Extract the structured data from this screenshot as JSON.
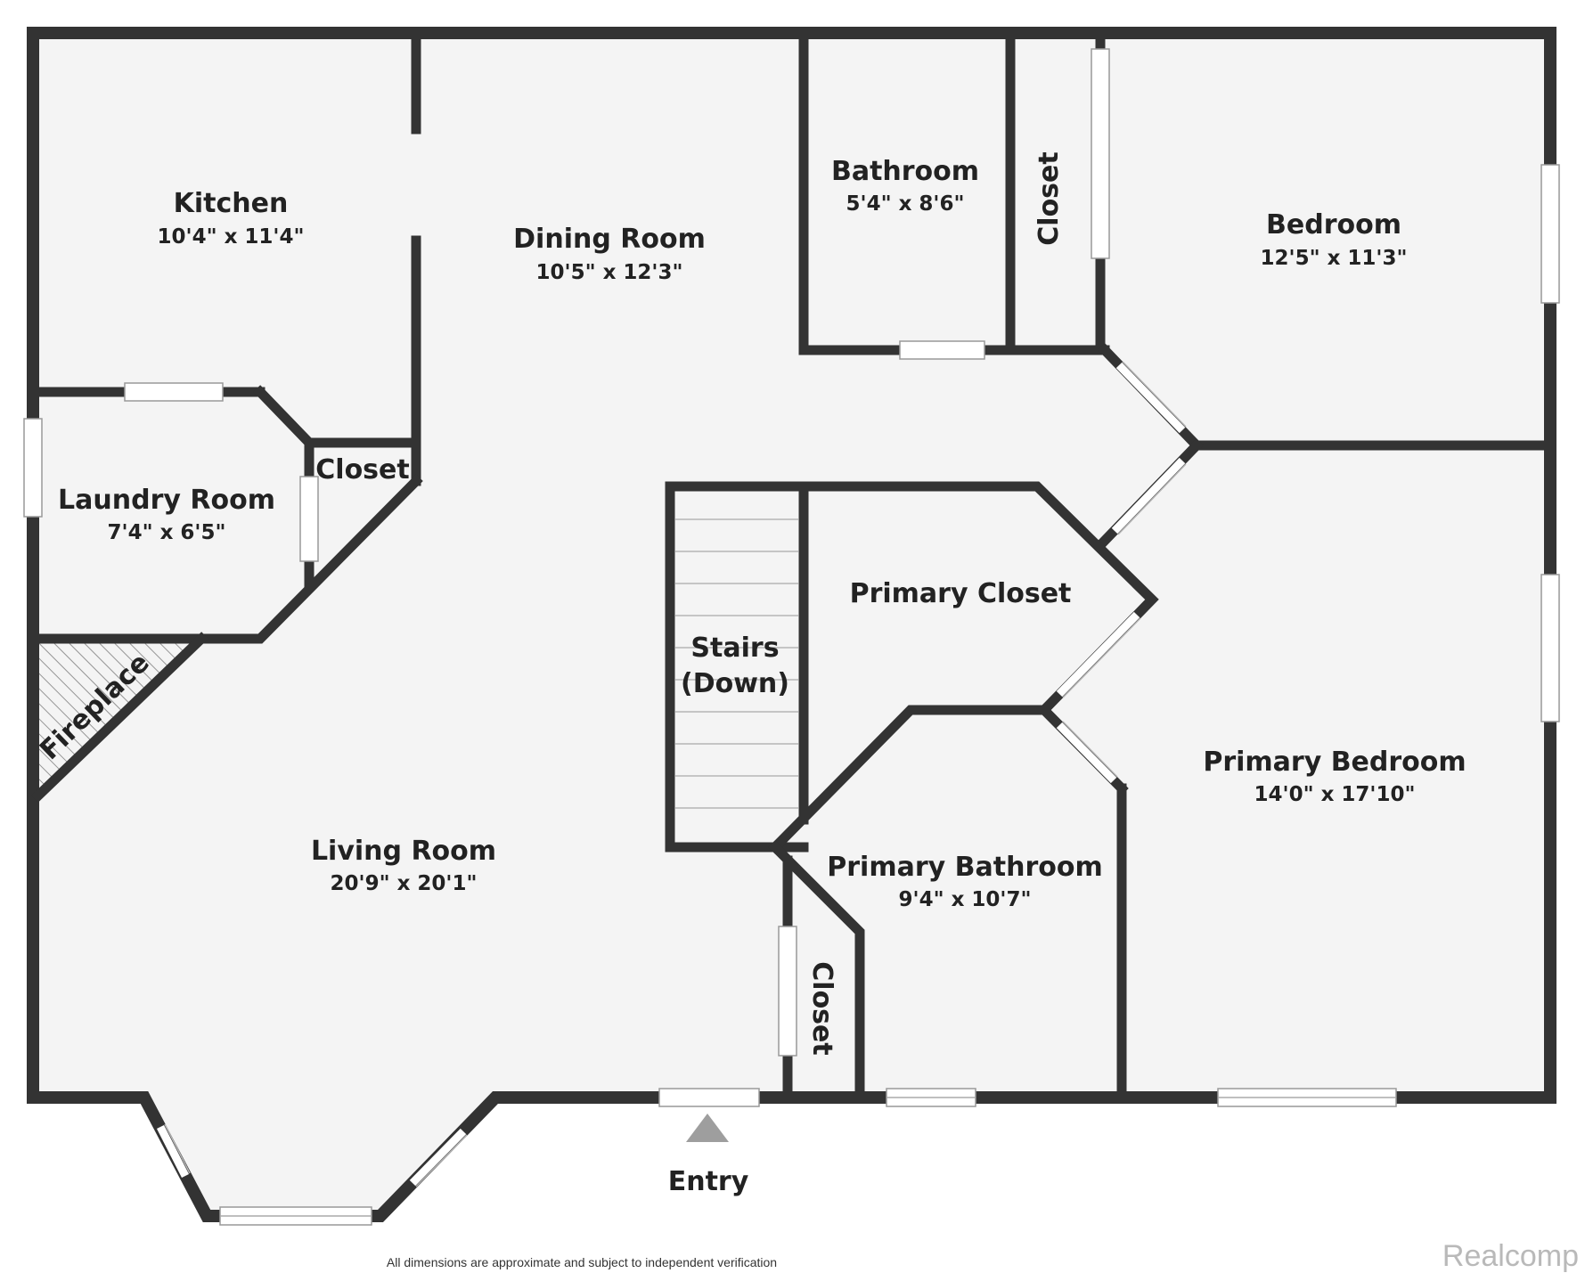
{
  "rooms": {
    "kitchen": {
      "name": "Kitchen",
      "dims": "10'4\" x 11'4\""
    },
    "dining_room": {
      "name": "Dining Room",
      "dims": "10'5\" x 12'3\""
    },
    "bathroom": {
      "name": "Bathroom",
      "dims": "5'4\" x 8'6\""
    },
    "closet_top": {
      "name": "Closet"
    },
    "bedroom": {
      "name": "Bedroom",
      "dims": "12'5\" x 11'3\""
    },
    "laundry_room": {
      "name": "Laundry Room",
      "dims": "7'4\" x 6'5\""
    },
    "closet_laundry": {
      "name": "Closet"
    },
    "fireplace": {
      "name": "Fireplace"
    },
    "stairs": {
      "line1": "Stairs",
      "line2": "(Down)"
    },
    "primary_closet": {
      "name": "Primary Closet"
    },
    "living_room": {
      "name": "Living Room",
      "dims": "20'9\" x 20'1\""
    },
    "primary_bedroom": {
      "name": "Primary Bedroom",
      "dims": "14'0\" x 17'10\""
    },
    "primary_bathroom": {
      "name": "Primary Bathroom",
      "dims": "9'4\" x 10'7\""
    },
    "closet_bottom": {
      "name": "Closet"
    }
  },
  "entry": {
    "label": "Entry",
    "marker_color": "#9e9e9e"
  },
  "footer": {
    "disclaimer": "All dimensions are approximate and subject to independent verification",
    "brand": "Realcomp"
  },
  "colors": {
    "wall": "#333333",
    "room_fill": "#f4f4f4",
    "text": "#222222"
  }
}
